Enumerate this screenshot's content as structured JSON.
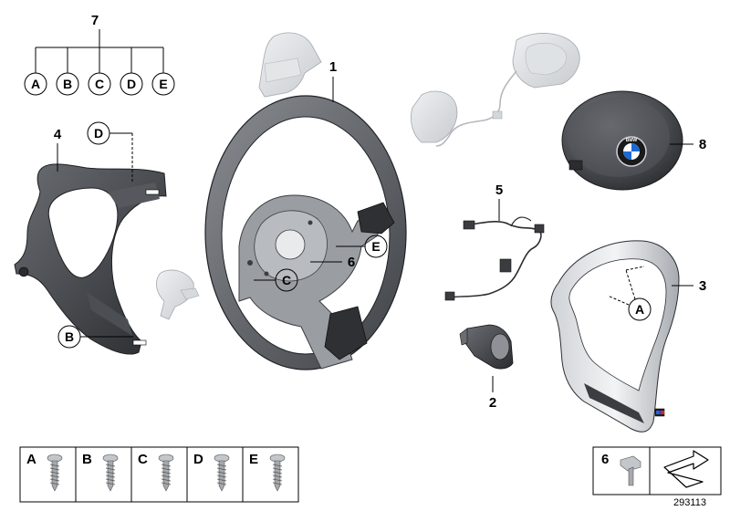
{
  "callouts": {
    "part_1": "1",
    "part_2": "2",
    "part_3": "3",
    "part_4": "4",
    "part_5": "5",
    "part_6": "6",
    "part_7": "7",
    "part_8": "8",
    "letter_a": "A",
    "letter_b": "B",
    "letter_c": "C",
    "letter_d": "D",
    "letter_e": "E"
  },
  "emblem_letters": "BMW",
  "legend": {
    "screws": [
      {
        "letter": "A"
      },
      {
        "letter": "B"
      },
      {
        "letter": "C"
      },
      {
        "letter": "D"
      },
      {
        "letter": "E"
      }
    ],
    "bolt_6": "6"
  },
  "diagram_id": "293113"
}
